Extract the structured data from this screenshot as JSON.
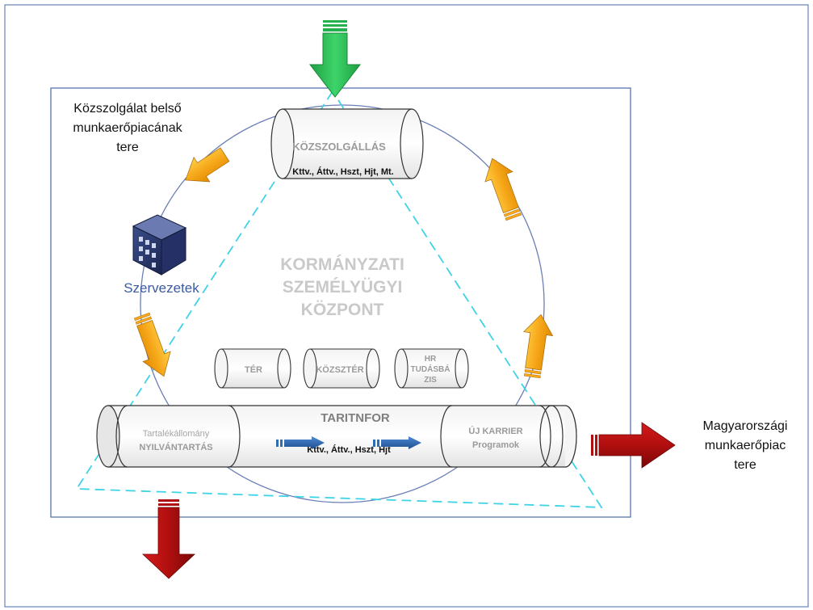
{
  "outer_label": {
    "line1": "Közszolgálat belső",
    "line2": "munkaerőpiacának",
    "line3": "tere"
  },
  "right_label": {
    "line1": "Magyarországi",
    "line2": "munkaerőpiac",
    "line3": "tere"
  },
  "top_cylinder": {
    "title": "KÖZSZOLGÁLLÁS",
    "subtitle": "Kttv., Áttv., Hszt, Hjt, Mt."
  },
  "organizations": {
    "label": "Szervezetek"
  },
  "center_title": {
    "line1": "KORMÁNYZATI",
    "line2": "SZEMÉLYÜGYI",
    "line3": "KÖZPONT"
  },
  "small_cylinders": {
    "ter": "TÉR",
    "kozter": "KÖZSZTÉR",
    "hr_line1": "HR",
    "hr_line2": "TUDÁSBÁ",
    "hr_line3": "ZIS"
  },
  "pipe": {
    "title": "TARITNFOR",
    "subtitle": "Kttv., Áttv., Hszt, Hjt",
    "left_line1": "Tartalékállomány",
    "left_line2": "NYILVÁNTARTÁS",
    "right_line1": "ÚJ KARRIER",
    "right_line2": "Programok"
  },
  "colors": {
    "frame": "#4a6aa8",
    "green_arrow": "#22b14c",
    "orange_arrow": "#f7a81b",
    "red_arrow": "#b00f0f",
    "blue_arrow": "#2f6db5",
    "dashed_triangle": "#3fd3e6",
    "circle": "#6b7fb5"
  }
}
